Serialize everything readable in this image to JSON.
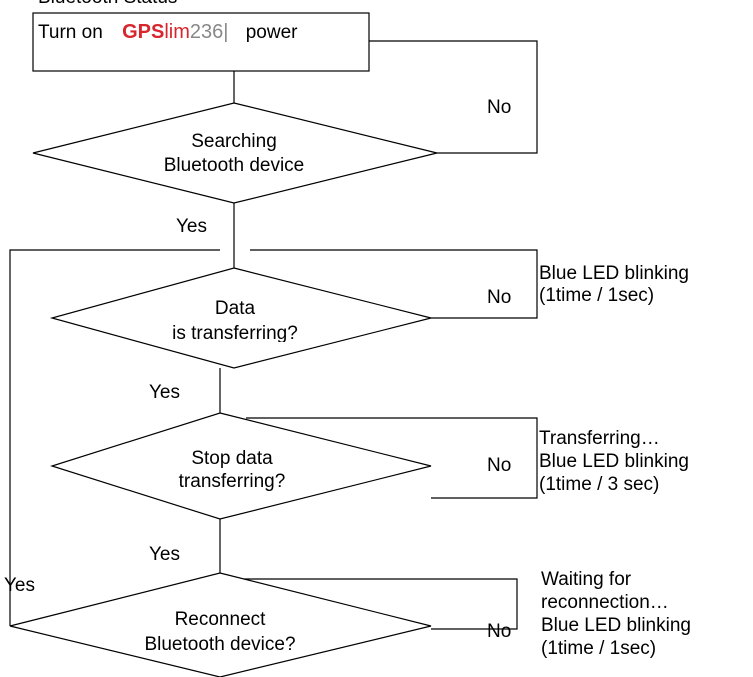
{
  "header_fragment": "Bluetooth Status",
  "brand": {
    "part1": "GPS",
    "part2": "lim",
    "part3": "236",
    "cursor": "|",
    "primary_color": "#d7262e",
    "secondary_color": "#888888"
  },
  "start_box": {
    "prefix": "Turn on",
    "suffix": "power"
  },
  "decisions": {
    "searching": {
      "line1": "Searching",
      "line2": "Bluetooth device"
    },
    "transferring": {
      "line1": "Data",
      "line2": "is transferring?"
    },
    "stop": {
      "line1": "Stop data",
      "line2": "transferring?"
    },
    "reconnect": {
      "line1": "Reconnect",
      "line2": "Bluetooth device?"
    }
  },
  "edge_labels": {
    "no_1": "No",
    "yes_1": "Yes",
    "no_2": "No",
    "yes_2": "Yes",
    "no_3": "No",
    "yes_3": "Yes",
    "yes_left": "Yes",
    "no_4": "No"
  },
  "status_notes": {
    "transferring_no": {
      "line1": "Blue LED blinking",
      "line2": "(1time / 1sec)"
    },
    "stop_no": {
      "line1": "Transferring…",
      "line2": "Blue LED blinking",
      "line3": "(1time / 3 sec)"
    },
    "reconnect_no": {
      "line1": "Waiting for",
      "line2": "reconnection…",
      "line3": "Blue LED blinking",
      "line4": "(1time / 1sec)"
    }
  }
}
